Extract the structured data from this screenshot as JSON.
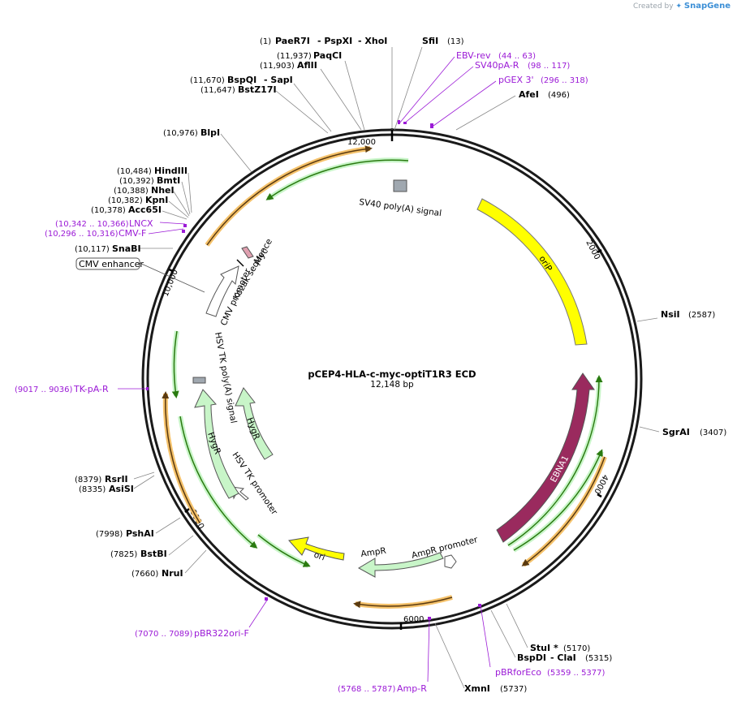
{
  "credit": {
    "prefix": "Created by",
    "brand": "SnapGene"
  },
  "plasmid": {
    "name": "pCEP4-HLA-c-myc-optiT1R3 ECD",
    "size": "12,148 bp"
  },
  "ticks": [
    "2000",
    "4000",
    "6000",
    "8000",
    "10,000",
    "12,000"
  ],
  "enzymes": {
    "paer7i": {
      "pos": "(1)",
      "name": "PaeR7I"
    },
    "pspxi": {
      "name": "- PspXI"
    },
    "xhoi": {
      "name": "- XhoI"
    },
    "sfii": {
      "name": "SfiI",
      "pos": "(13)"
    },
    "paqci": {
      "pos": "(11,937)",
      "name": "PaqCI"
    },
    "aflii": {
      "pos": "(11,903)",
      "name": "AflII"
    },
    "bspqi": {
      "pos": "(11,670)",
      "name": "BspQI"
    },
    "sapi": {
      "name": "- SapI"
    },
    "bstz17i": {
      "pos": "(11,647)",
      "name": "BstZ17I"
    },
    "afei": {
      "name": "AfeI",
      "pos": "(496)"
    },
    "blpi": {
      "pos": "(10,976)",
      "name": "BlpI"
    },
    "hindiii": {
      "pos": "(10,484)",
      "name": "HindIII"
    },
    "bmti": {
      "pos": "(10,392)",
      "name": "BmtI"
    },
    "nhei": {
      "pos": "(10,388)",
      "name": "NheI"
    },
    "kpni": {
      "pos": "(10,382)",
      "name": "KpnI"
    },
    "acc65i": {
      "pos": "(10,378)",
      "name": "Acc65I"
    },
    "snabi": {
      "pos": "(10,117)",
      "name": "SnaBI"
    },
    "nsii": {
      "name": "NsiI",
      "pos": "(2587)"
    },
    "sgrai": {
      "name": "SgrAI",
      "pos": "(3407)"
    },
    "rsrii": {
      "pos": "(8379)",
      "name": "RsrII"
    },
    "asisi": {
      "pos": "(8335)",
      "name": "AsiSI"
    },
    "pshai": {
      "pos": "(7998)",
      "name": "PshAI"
    },
    "bstbi": {
      "pos": "(7825)",
      "name": "BstBI"
    },
    "nrui": {
      "pos": "(7660)",
      "name": "NruI"
    },
    "stui": {
      "name": "StuI",
      "star": "*",
      "pos": "(5170)"
    },
    "bspdi": {
      "name": "BspDI"
    },
    "clai": {
      "name": "- ClaI",
      "pos": "(5315)"
    },
    "xmni": {
      "name": "XmnI",
      "pos": "(5737)"
    }
  },
  "primers": {
    "ebvrev": {
      "name": "EBV-rev",
      "pos": "(44 .. 63)"
    },
    "sv40par": {
      "name": "SV40pA-R",
      "pos": "(98 .. 117)"
    },
    "pgex3": {
      "name": "pGEX 3'",
      "pos": "(296 .. 318)"
    },
    "lncx": {
      "pos": "(10,342 .. 10,366)",
      "name": "LNCX"
    },
    "cmvf": {
      "pos": "(10,296 .. 10,316)",
      "name": "CMV-F"
    },
    "tkpar": {
      "pos": "(9017 .. 9036)",
      "name": "TK-pA-R"
    },
    "pbr322orif": {
      "pos": "(7070 .. 7089)",
      "name": "pBR322ori-F"
    },
    "pbrforeco": {
      "name": "pBRforEco",
      "pos": "(5359 .. 5377)"
    },
    "ampr": {
      "pos": "(5768 .. 5787)",
      "name": "Amp-R"
    }
  },
  "features": {
    "sv40": "SV40 poly(A) signal",
    "orip": "oriP",
    "ebna1": "EBNA1",
    "amprpromoter": "AmpR promoter",
    "ampr": "AmpR",
    "ori": "ori",
    "hsvtkpromoter": "HSV TK promoter",
    "hygr1": "HygR",
    "hygr2": "HygR",
    "hsvtkpa": "HSV TK poly(A) signal",
    "cmvpromoter": "CMV promoter",
    "kozak": "Kozak sequence",
    "myc": "Myc",
    "cmvenhancer": "CMV enhancer"
  },
  "colors": {
    "backbone": "#1a1a1a",
    "orip": "#ffff00",
    "ebna1": "#9a2a5e",
    "marker": "#c8f5c8",
    "primer_site": "#f5c26b",
    "primer_label": "#9b1ad6",
    "primer_arrow": "#2a7a10",
    "polya": "#a0a8b0",
    "myc": "#e0a0b0"
  }
}
